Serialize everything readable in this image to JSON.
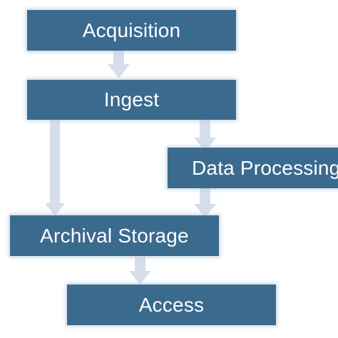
{
  "diagram": {
    "nodes": [
      {
        "id": "acquisition",
        "label": "Acquisition"
      },
      {
        "id": "ingest",
        "label": "Ingest"
      },
      {
        "id": "data_processing",
        "label": "Data Processing"
      },
      {
        "id": "archival_storage",
        "label": "Archival Storage"
      },
      {
        "id": "access",
        "label": "Access"
      }
    ],
    "edges": [
      {
        "from": "acquisition",
        "to": "ingest"
      },
      {
        "from": "ingest",
        "to": "data_processing"
      },
      {
        "from": "ingest",
        "to": "archival_storage"
      },
      {
        "from": "data_processing",
        "to": "archival_storage"
      },
      {
        "from": "archival_storage",
        "to": "access"
      }
    ],
    "colors": {
      "box_fill": "#3b6a8f",
      "box_text": "#ffffff",
      "connector": "#d5deea"
    }
  }
}
